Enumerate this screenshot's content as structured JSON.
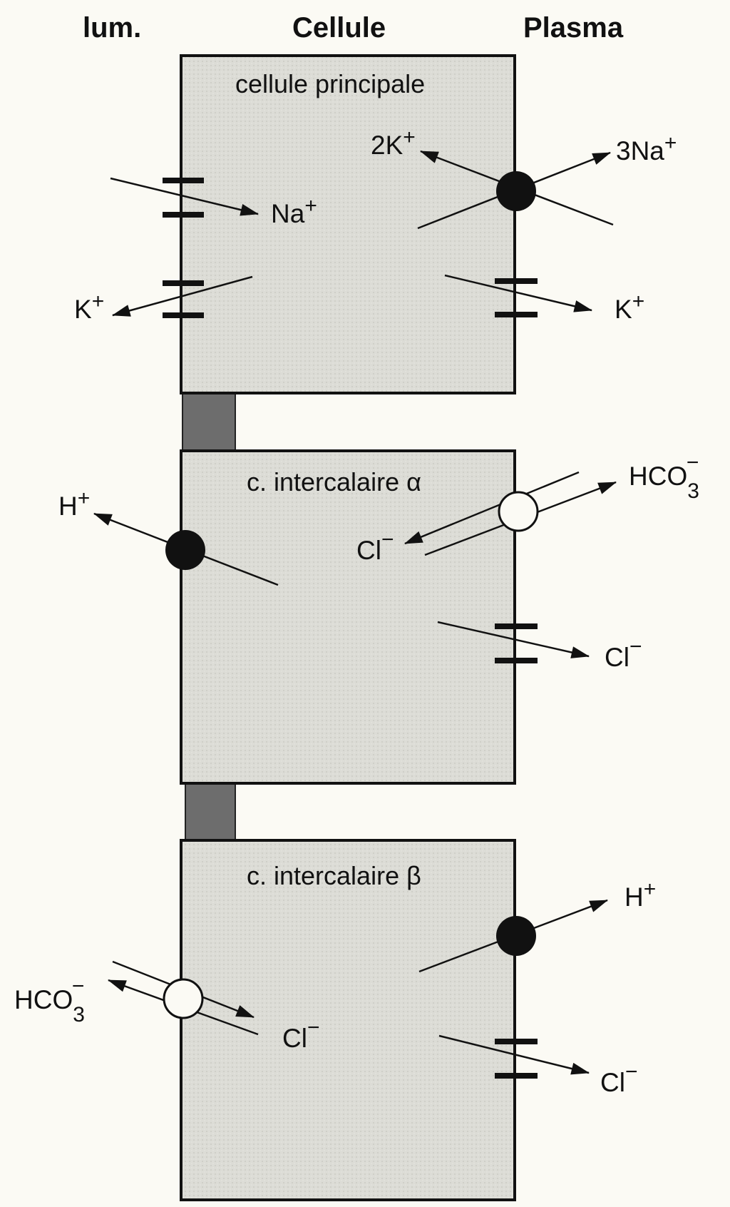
{
  "headers": {
    "lumen": "lum.",
    "cell": "Cellule",
    "plasma": "Plasma"
  },
  "cells": {
    "principal": {
      "title": "cellule principale",
      "na_apical": "Na",
      "k_apical": "K",
      "k2_pump": "2K",
      "na3_pump": "3Na",
      "k_basal": "K",
      "plus": "+"
    },
    "alpha": {
      "title": "c. intercalaire α",
      "h_apical": "H",
      "hco3": "HCO",
      "sub3": "3",
      "cl_exchanger": "Cl",
      "cl_basal": "Cl",
      "plus": "+",
      "minus": "−"
    },
    "beta": {
      "title": "c. intercalaire β",
      "h_basal": "H",
      "hco3": "HCO",
      "sub3": "3",
      "cl_exchanger": "Cl",
      "cl_basal": "Cl",
      "plus": "+",
      "minus": "−"
    }
  },
  "colors": {
    "cell_fill": "#dcdcd6",
    "junction_fill": "#6d6d6d",
    "ink": "#111111",
    "background": "#fbfaf4"
  }
}
